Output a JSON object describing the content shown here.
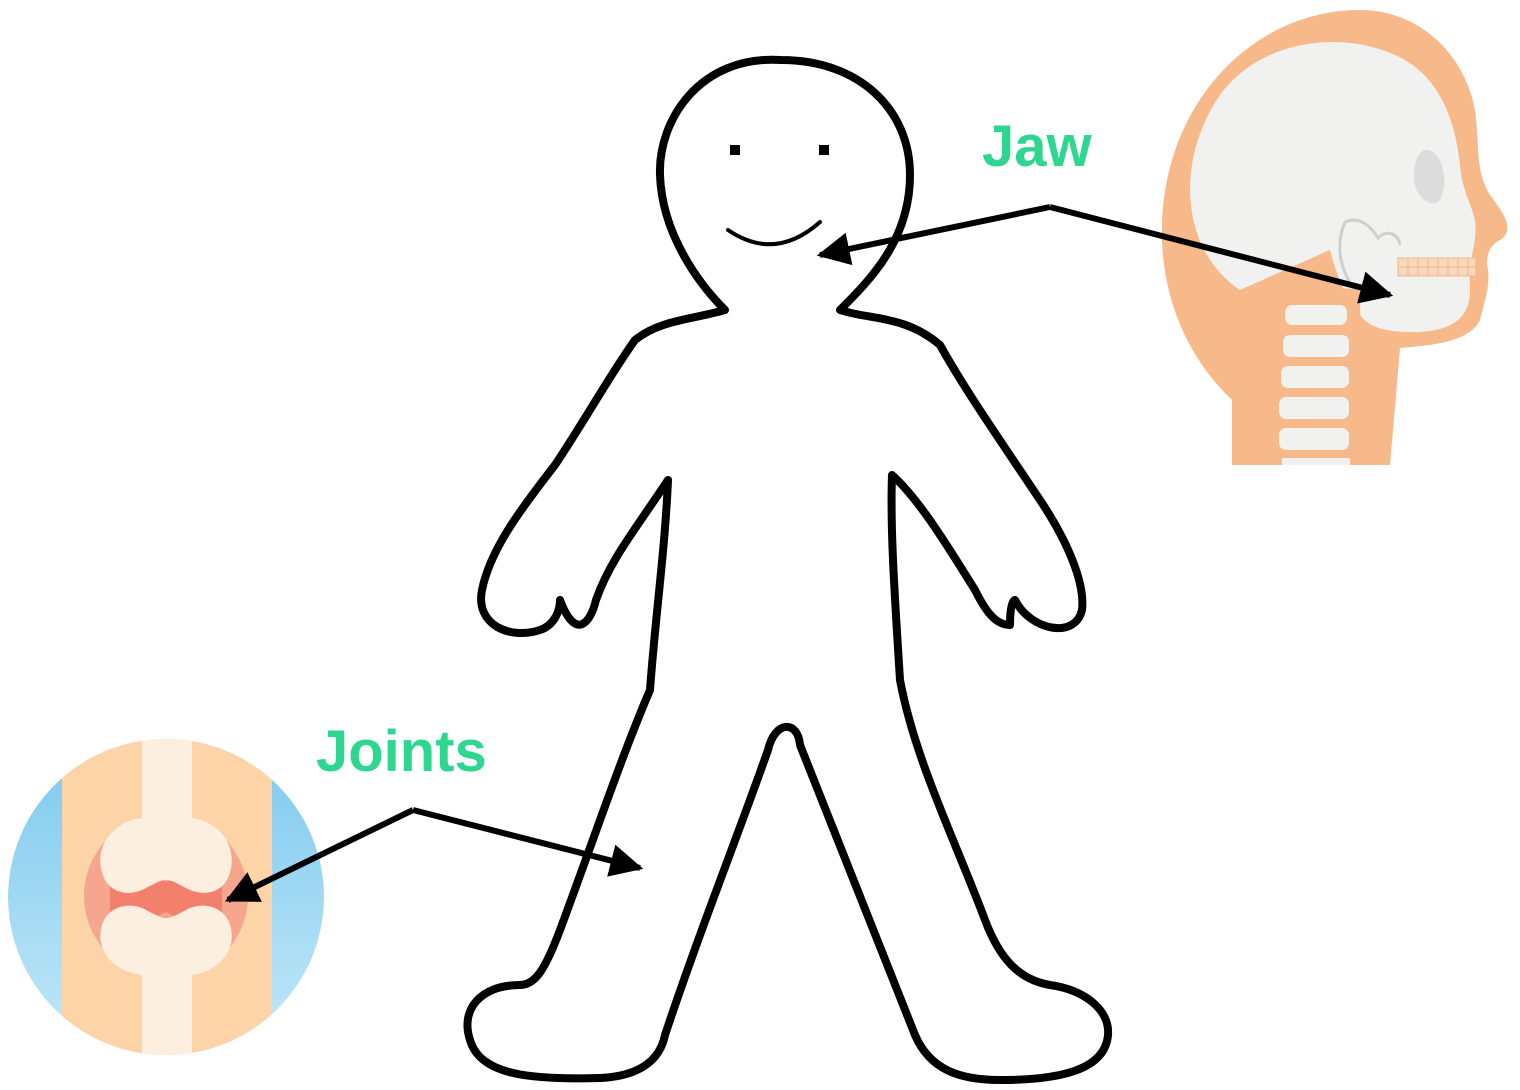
{
  "labels": {
    "jaw": "Jaw",
    "joints": "Joints"
  },
  "colors": {
    "label_green": "#2fd68f",
    "outline_black": "#000000",
    "skin_peach": "#f7b88a",
    "bone_light": "#f1f1ef",
    "joint_red": "#f48a78",
    "joint_glow": "#f9a996",
    "sky_blue": "#8fd3f1",
    "joint_band": "#fdd4a8",
    "bone_cream": "#fcefe0"
  },
  "icons": {
    "figure": "human-outline-figure",
    "head": "skull-profile-icon",
    "joint": "bone-joint-icon"
  }
}
